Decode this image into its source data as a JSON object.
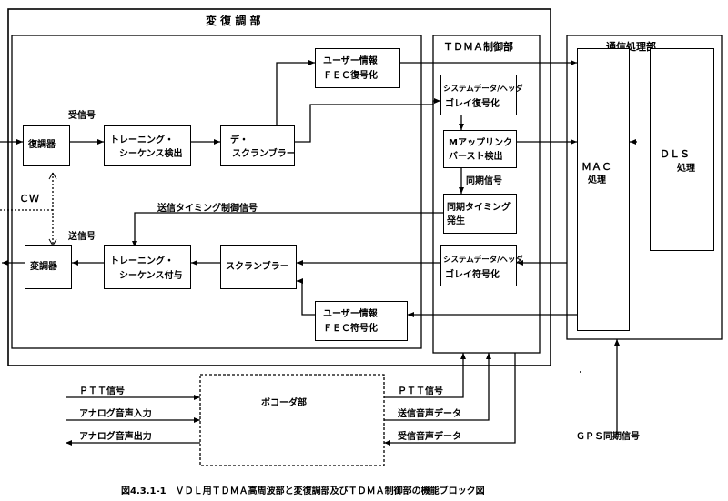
{
  "modem": {
    "title": "変 復 調 部"
  },
  "tdma": {
    "title": "ＴＤＭＡ制御部"
  },
  "comm": {
    "title": "通信処理部"
  },
  "blocks": {
    "demod": "復調器",
    "mod": "変調器",
    "training_detect": [
      "トレーニング・",
      "シーケンス検出"
    ],
    "descrambler": [
      "デ・",
      "スクランブラー"
    ],
    "user_fec_decode": [
      "ユーザー情報",
      "ＦＥＣ復号化"
    ],
    "sys_golay_decode": [
      "システムデータ/ヘッダ",
      "ゴレイ復号化"
    ],
    "m_burst_detect": [
      "Mアップリンク",
      "バースト検出"
    ],
    "sync_timing": [
      "同期タイミング",
      "発生"
    ],
    "sys_golay_encode": [
      "システムデータ/ヘッダ",
      "ゴレイ符号化"
    ],
    "training_add": [
      "トレーニング・",
      "シーケンス付与"
    ],
    "scrambler": "スクランブラー",
    "user_fec_encode": [
      "ユーザー情報",
      "ＦＥＣ符号化"
    ],
    "mac": [
      "ＭＡＣ",
      "処理"
    ],
    "dls": [
      "ＤＬＳ",
      "処理"
    ],
    "vocoder": "ボコーダ部"
  },
  "signals": {
    "rx_signal": "受信号",
    "tx_signal": "送信号",
    "cw": "ＣＷ",
    "sync_signal": "同期信号",
    "tx_timing": "送信タイミング制御信号",
    "ptt_in": "ＰＴＴ信号",
    "analog_in": "アナログ音声入力",
    "analog_out": "アナログ音声出力",
    "ptt_out": "ＰＴＴ信号",
    "tx_voice": "送信音声データ",
    "rx_voice": "受信音声データ",
    "gps_sync": "ＧＰＳ同期信号"
  },
  "caption": "図4.3.1-1　ＶＤＬ用ＴＤＭＡ高周波部と変復調部及びＴＤＭＡ制御部の機能ブロック図"
}
